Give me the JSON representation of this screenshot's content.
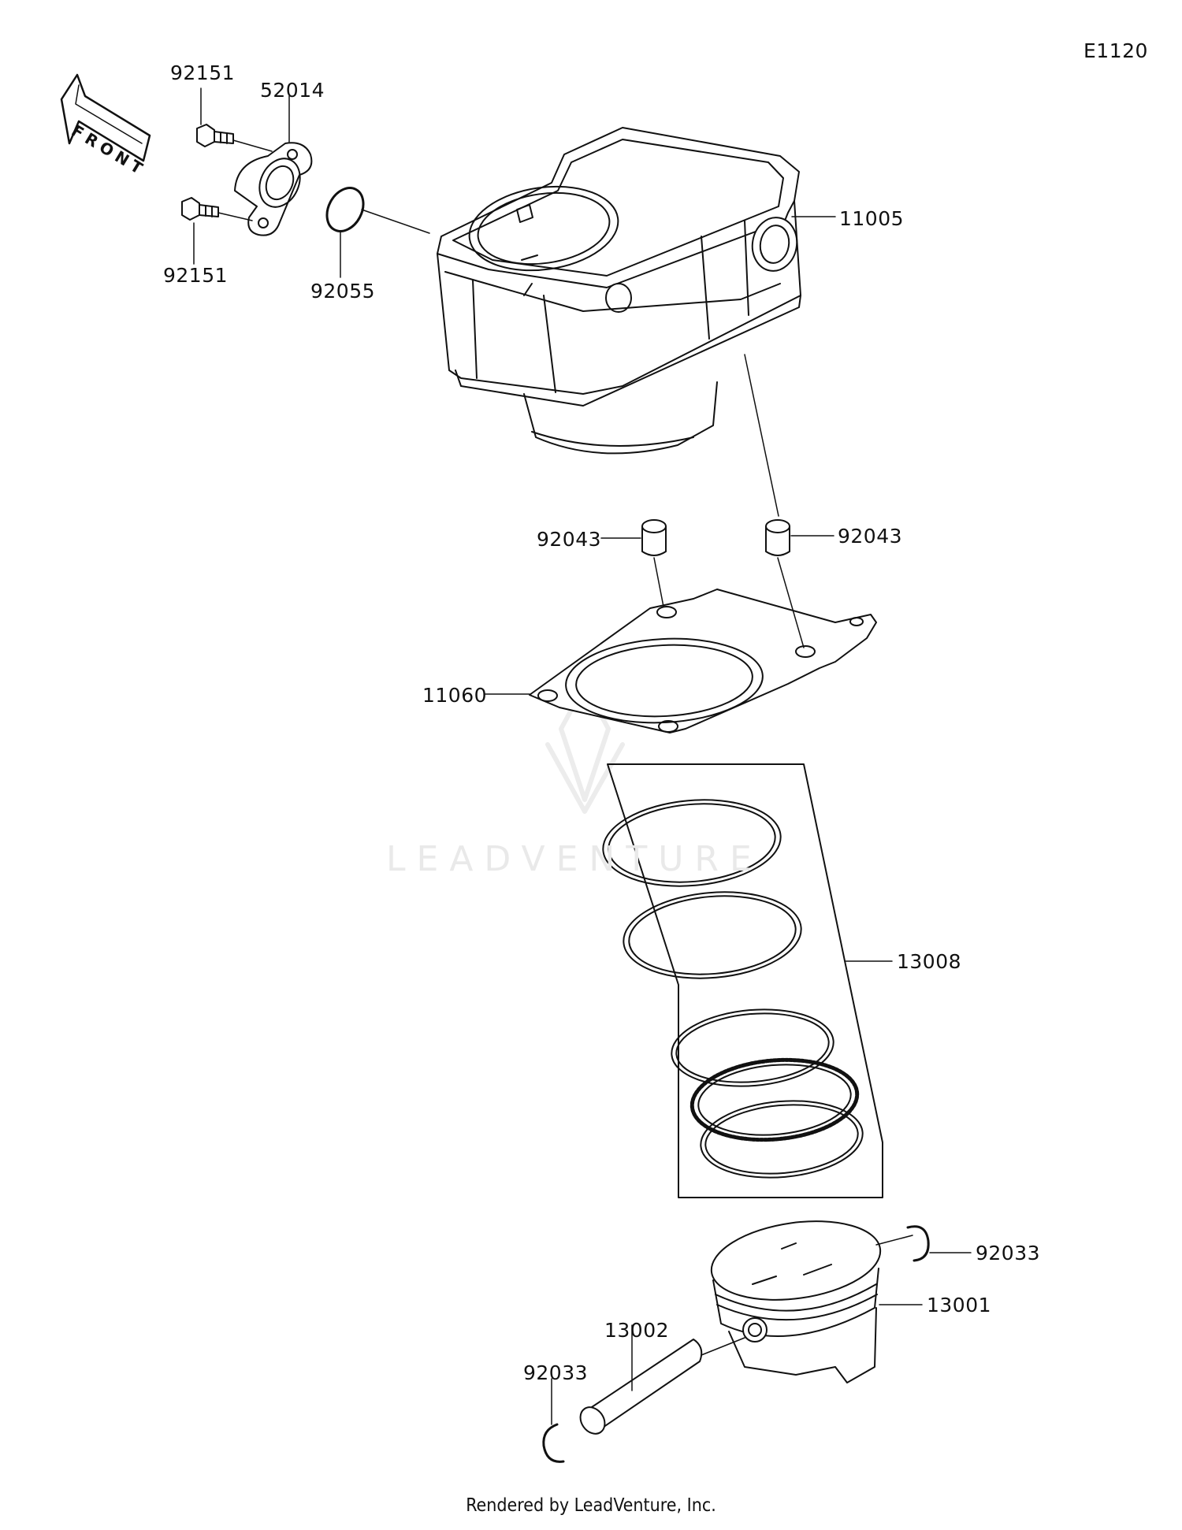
{
  "diagram_code": "E1120",
  "front_arrow_text": "FRONT",
  "watermark": "LEADVENTURE",
  "footer": "Rendered by LeadVenture, Inc.",
  "callouts": {
    "bolt_upper": "92151",
    "water_fitting": "52014",
    "bolt_lower": "92151",
    "o_ring": "92055",
    "cylinder": "11005",
    "dowel_left": "92043",
    "dowel_right": "92043",
    "gasket": "11060",
    "ring_set": "13008",
    "circlip_right": "92033",
    "piston": "13001",
    "piston_pin": "13002",
    "circlip_left": "92033"
  },
  "colors": {
    "line": "#111111",
    "watermark": "#e9e9e9",
    "background": "#ffffff"
  }
}
